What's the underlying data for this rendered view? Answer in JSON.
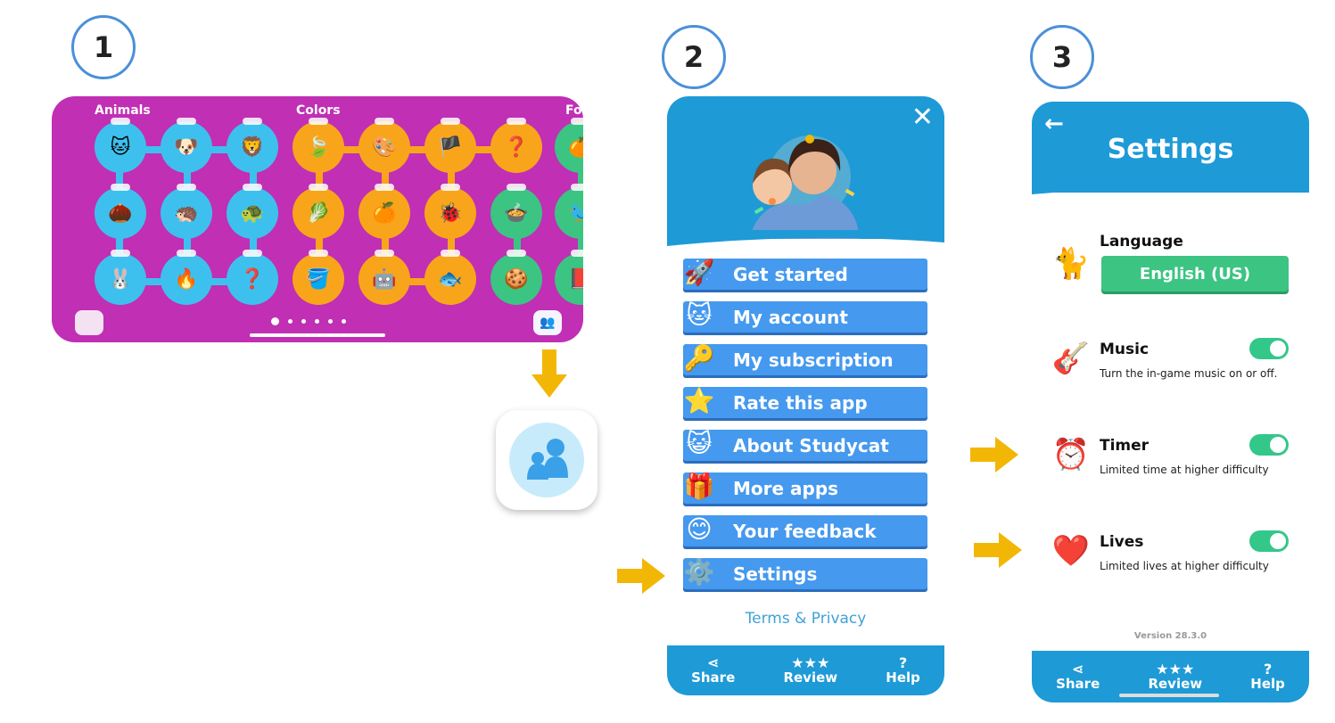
{
  "steps": [
    "1",
    "2",
    "3"
  ],
  "panel1": {
    "categories": [
      "Animals",
      "Colors",
      "Fo"
    ],
    "colors": {
      "background": "#c02fb4",
      "blue_node": "#3ec0ee",
      "orange_node": "#f8a51b",
      "green_node": "#3cc482"
    }
  },
  "panel2": {
    "close": "✕",
    "menu": [
      {
        "label": "Get started",
        "icon": "rocket-icon"
      },
      {
        "label": "My account",
        "icon": "cat-avatar-icon"
      },
      {
        "label": "My subscription",
        "icon": "key-icon"
      },
      {
        "label": "Rate this app",
        "icon": "star-icon"
      },
      {
        "label": "About Studycat",
        "icon": "studycat-icon"
      },
      {
        "label": "More apps",
        "icon": "gift-box-icon"
      },
      {
        "label": "Your feedback",
        "icon": "emoji-feedback-icon"
      },
      {
        "label": "Settings",
        "icon": "gear-icon"
      }
    ],
    "terms": "Terms & Privacy",
    "bottom": [
      {
        "label": "Share",
        "icon": "share-icon"
      },
      {
        "label": "Review",
        "icon": "stars-icon"
      },
      {
        "label": "Help",
        "icon": "help-icon"
      }
    ]
  },
  "panel3": {
    "title": "Settings",
    "language": {
      "label": "Language",
      "value": "English (US)"
    },
    "music": {
      "label": "Music",
      "desc": "Turn the in-game music on or off.",
      "on": true
    },
    "timer": {
      "label": "Timer",
      "desc": "Limited time at higher difficulty",
      "on": true
    },
    "lives": {
      "label": "Lives",
      "desc": "Limited lives at higher difficulty",
      "on": true
    },
    "version": "Version 28.3.0",
    "bottom": [
      {
        "label": "Share",
        "icon": "share-icon"
      },
      {
        "label": "Review",
        "icon": "stars-icon"
      },
      {
        "label": "Help",
        "icon": "help-icon"
      }
    ]
  },
  "accent": {
    "arrow": "#f2b705",
    "blue": "#1e9ad6",
    "menu_blue": "#4599ee",
    "green": "#3cc482",
    "step_ring": "#4a90d9"
  }
}
